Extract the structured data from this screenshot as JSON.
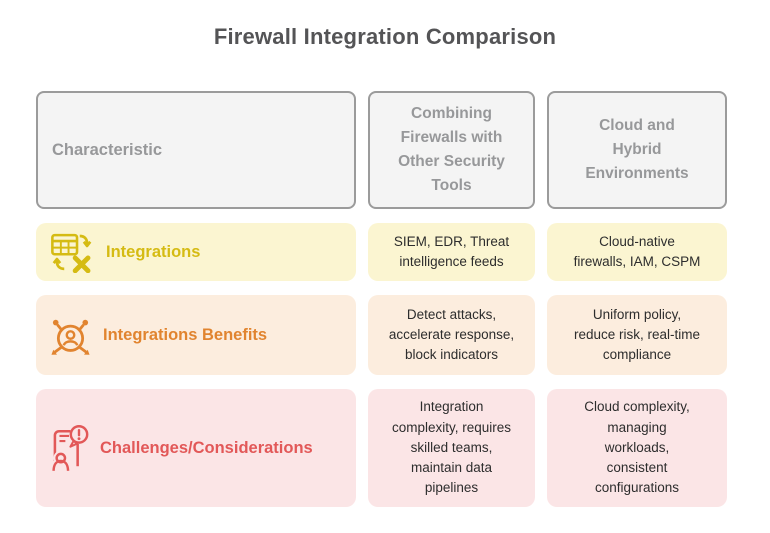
{
  "title": "Firewall Integration Comparison",
  "colors": {
    "title_text": "#545456",
    "header_bg": "#f4f4f4",
    "header_border": "#9b9b9b",
    "header_text": "#97989a",
    "cell_text": "#2d2d2d",
    "integrations_bg": "#fbf5d1",
    "integrations_accent": "#d5bb13",
    "benefits_bg": "#fcedde",
    "benefits_accent": "#e1842f",
    "challenges_bg": "#fbe5e6",
    "challenges_accent": "#e25858"
  },
  "header": {
    "characteristic": "Characteristic",
    "columns": [
      "Combining\nFirewalls with\nOther Security\nTools",
      "Cloud and\nHybrid\nEnvironments"
    ]
  },
  "rows": [
    {
      "label": "Integrations",
      "icon": "table-exchange-icon",
      "cells": [
        "SIEM, EDR, Threat\nintelligence feeds",
        "Cloud-native\nfirewalls, IAM, CSPM"
      ]
    },
    {
      "label": "Integrations Benefits",
      "icon": "person-network-icon",
      "cells": [
        "Detect attacks,\naccelerate response,\nblock indicators",
        "Uniform policy,\nreduce risk, real-time\ncompliance"
      ]
    },
    {
      "label": "Challenges/Considerations",
      "icon": "person-alert-icon",
      "cells": [
        "Integration\ncomplexity, requires\nskilled teams,\nmaintain data\npipelines",
        "Cloud complexity,\nmanaging\nworkloads,\nconsistent\nconfigurations"
      ]
    }
  ]
}
